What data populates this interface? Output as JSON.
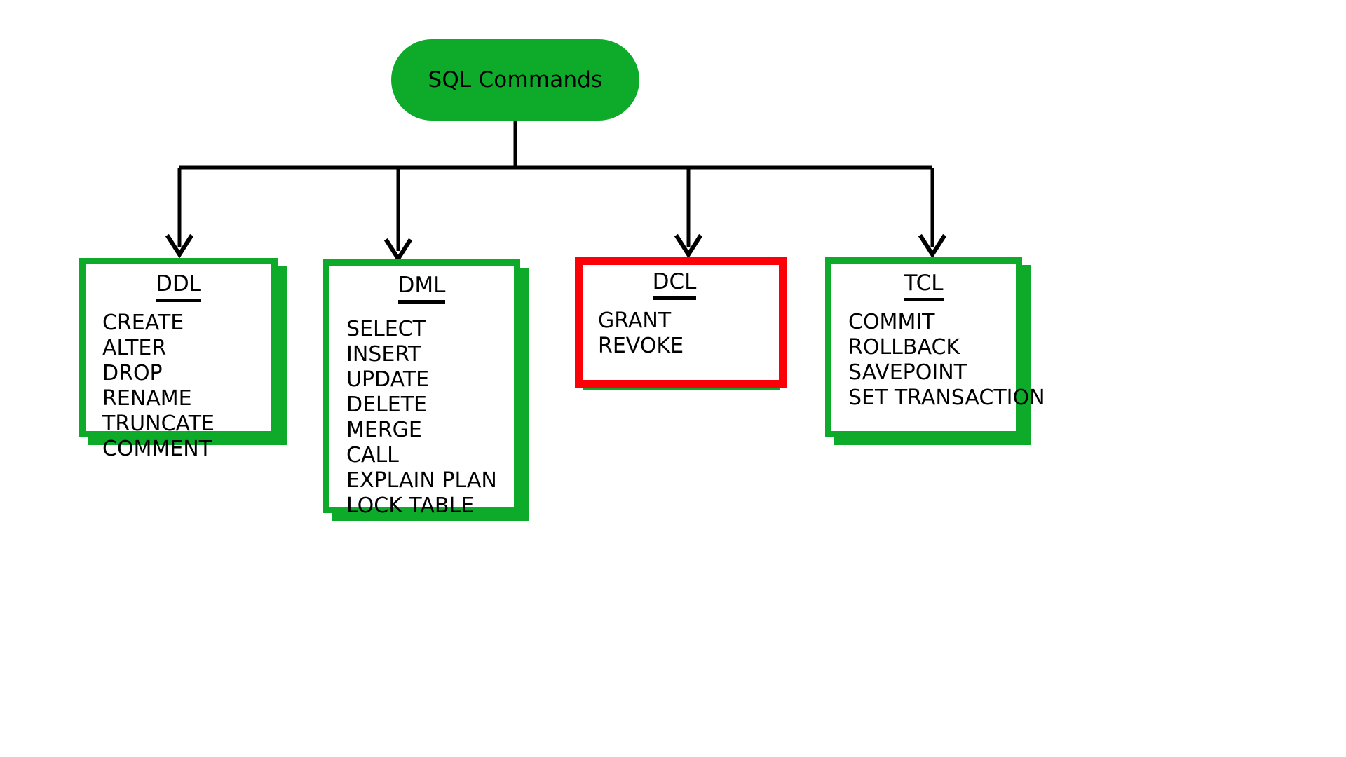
{
  "diagram": {
    "title": "SQL Commands",
    "root": {
      "label": "SQL Commands",
      "shape": "rounded-pill",
      "fill_color": "#0eab2b",
      "text_color": "#000000"
    },
    "accent_color": "#0eab2b",
    "highlight_color": "#fb0007",
    "background_color": "#ffffff",
    "connector_color": "#000000",
    "categories": [
      {
        "id": "ddl",
        "title": "DDL",
        "highlighted": false,
        "border_color": "#0eab2b",
        "items": [
          "CREATE",
          "ALTER",
          "DROP",
          "RENAME",
          "TRUNCATE",
          "COMMENT"
        ]
      },
      {
        "id": "dml",
        "title": "DML",
        "highlighted": false,
        "border_color": "#0eab2b",
        "items": [
          "SELECT",
          "INSERT",
          "UPDATE",
          "DELETE",
          "MERGE",
          "CALL",
          "EXPLAIN PLAN",
          "LOCK TABLE"
        ]
      },
      {
        "id": "dcl",
        "title": "DCL",
        "highlighted": true,
        "border_color": "#fb0007",
        "items": [
          "GRANT",
          "REVOKE"
        ]
      },
      {
        "id": "tcl",
        "title": "TCL",
        "highlighted": false,
        "border_color": "#0eab2b",
        "items": [
          "COMMIT",
          "ROLLBACK",
          "SAVEPOINT",
          "SET TRANSACTION"
        ]
      }
    ]
  }
}
